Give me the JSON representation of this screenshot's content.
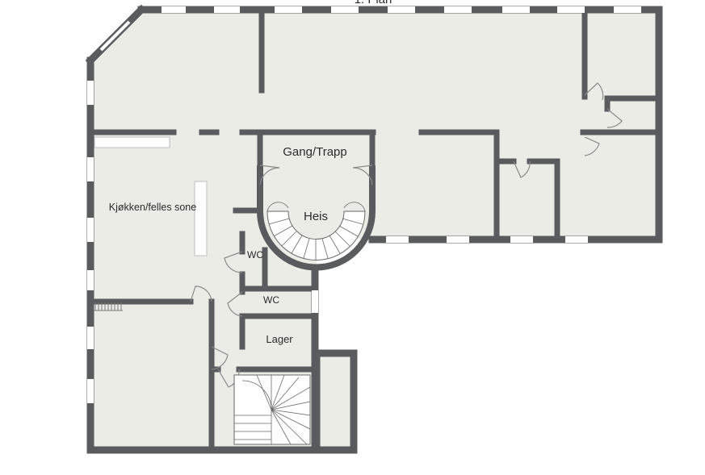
{
  "plan": {
    "floor_title": "1. Plan",
    "colors": {
      "wall": "#5a5b5e",
      "floor": "#ebece6",
      "window": "#ffffff",
      "door": "#8a8a8a",
      "background": "#ffffff"
    },
    "rooms": {
      "gang_trapp": "Gang/Trapp",
      "heis": "Heis",
      "kjokken": "Kjøkken/felles sone",
      "wc_1": "WC",
      "wc_2": "WC",
      "lager": "Lager"
    }
  }
}
